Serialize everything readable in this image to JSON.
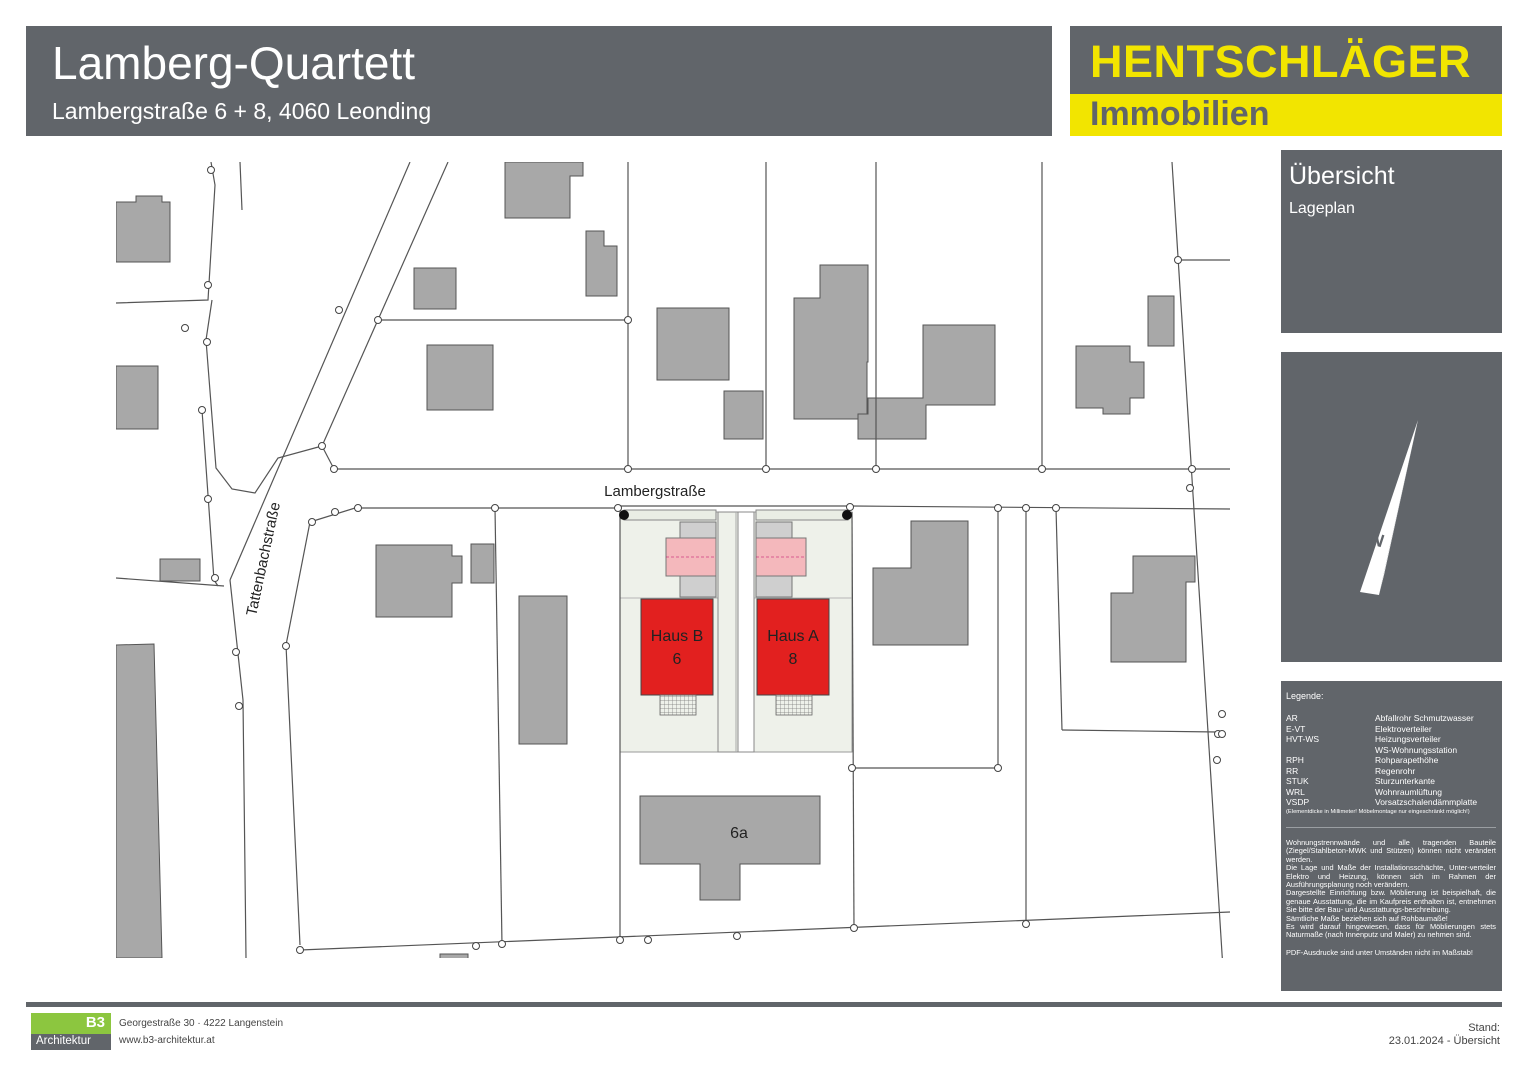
{
  "header": {
    "title": "Lamberg-Quartett",
    "address": "Lambergstraße 6 + 8, 4060 Leonding"
  },
  "logo": {
    "brand": "HENTSCHLÄGER",
    "subtitle": "Immobilien",
    "brand_color": "#f2e500"
  },
  "overview": {
    "title": "Übersicht",
    "subtitle": "Lageplan"
  },
  "north_arrow": {
    "label": "N"
  },
  "legend": {
    "heading": "Legende:",
    "items": [
      {
        "code": "AR",
        "desc": "Abfallrohr Schmutzwasser"
      },
      {
        "code": "E-VT",
        "desc": "Elektroverteiler"
      },
      {
        "code": "HVT-WS",
        "desc": "Heizungsverteiler"
      },
      {
        "code": "",
        "desc": "WS-Wohnungsstation"
      },
      {
        "code": "RPH",
        "desc": "Rohparapethöhe"
      },
      {
        "code": "RR",
        "desc": "Regenrohr"
      },
      {
        "code": "STUK",
        "desc": "Sturzunterkante"
      },
      {
        "code": "WRL",
        "desc": "Wohnraumlüftung"
      },
      {
        "code": "VSDP",
        "desc": "Vorsatzschalendämmplatte"
      }
    ],
    "note_small": "(Elementdicke in Millimeter! Möbelmontage nur eingeschränkt möglich!)",
    "notes": [
      "Wohnungstrennwände und alle tragenden Bauteile (Ziegel/Stahlbeton-MWK und Stützen) können nicht verändert werden.",
      "Die Lage und Maße der Installationsschächte, Unter-verteiler Elektro und Heizung, können sich im Rahmen der Ausführungsplanung noch verändern.",
      "Dargestellte Einrichtung bzw. Möblierung ist beispielhaft, die genaue Ausstattung, die im Kaufpreis enthalten ist, entnehmen Sie bitte der Bau- und Ausstattungs-beschreibung.",
      "Sämtliche Maße beziehen sich auf Rohbaumaße!",
      "Es wird darauf hingewiesen, dass für Möblierungen stets Naturmaße (nach Innenputz und Maler) zu nehmen sind."
    ],
    "pdf_note": "PDF-Ausdrucke sind unter Umständen nicht im Maßstab!"
  },
  "map": {
    "street_main": "Lambergstraße",
    "street_side": "Tattenbachstraße",
    "house_b": {
      "name": "Haus B",
      "number": "6"
    },
    "house_a": {
      "name": "Haus A",
      "number": "8"
    },
    "neighbor_label": "6a",
    "colors": {
      "building": "#a8a8a8",
      "house": "#e2201f",
      "parking": "#f4b8bc",
      "plot": "#eef1ea"
    }
  },
  "footer": {
    "company_mark": "B3",
    "company_name": "Architektur",
    "address": "Georgestraße 30 · 4222 Langenstein",
    "website": "www.b3-architektur.at",
    "stand_label": "Stand:",
    "date": "23.01.2024 - Übersicht"
  }
}
